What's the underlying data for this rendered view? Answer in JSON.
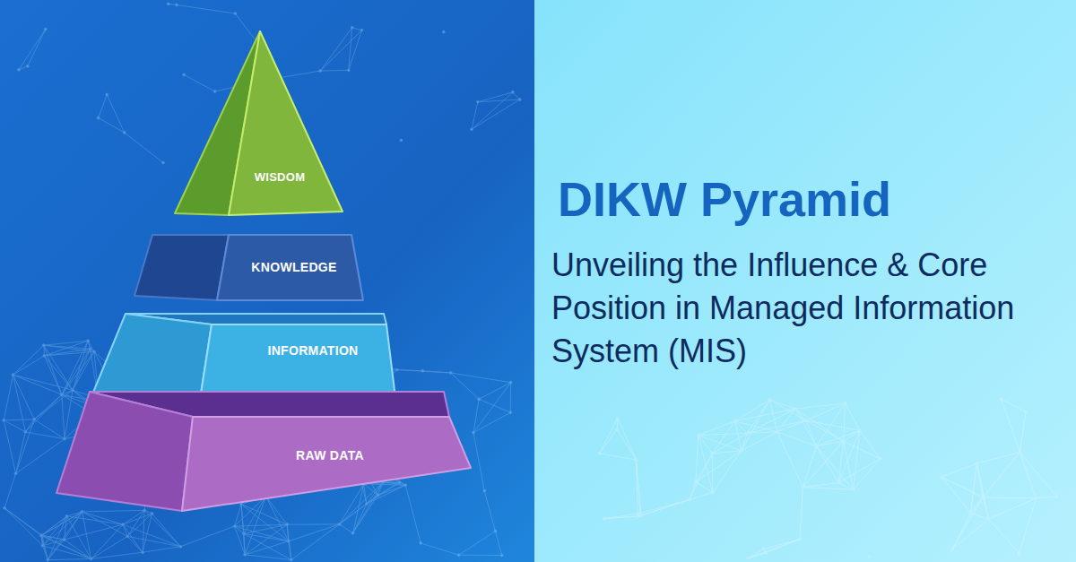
{
  "diagram": {
    "title": "DIKW Pyramid",
    "caption": "Unveiling the Influence & Core Position in Managed Information System (MIS)",
    "nodes": [
      {
        "text": [
          "WISDOM"
        ]
      },
      {
        "text": [
          "KNOWLEDGE"
        ]
      },
      {
        "text": [
          "INFORMATION"
        ]
      },
      {
        "text": [
          "RAW DATA"
        ]
      }
    ]
  }
}
